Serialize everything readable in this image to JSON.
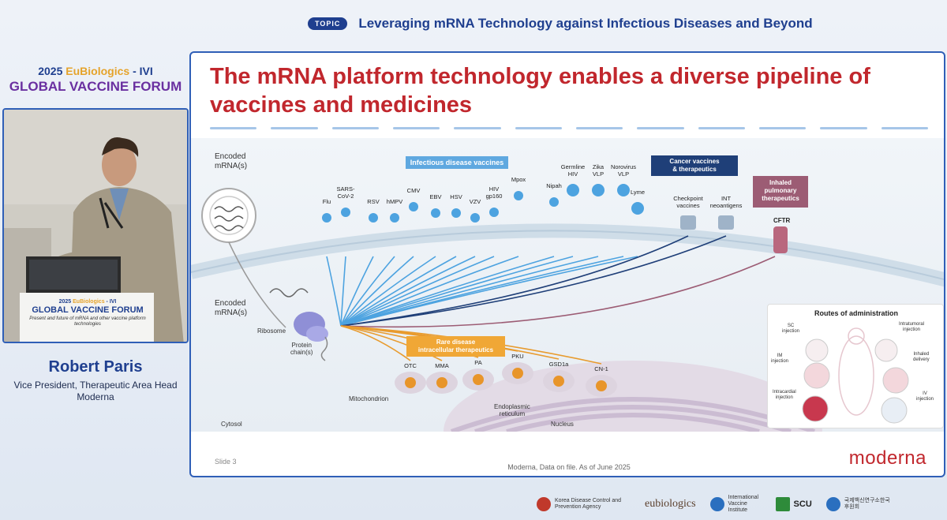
{
  "topic": {
    "pill": "TOPIC",
    "text": "Leveraging mRNA Technology against Infectious Diseases and Beyond"
  },
  "forum": {
    "year": "2025",
    "org": "EuBiologics",
    "partner": "- IVI",
    "name": "GLOBAL VACCINE FORUM"
  },
  "podium": {
    "year": "2025",
    "org": "EuBiologics",
    "partner": "- IVI",
    "name": "GLOBAL VACCINE FORUM",
    "subtitle": "Present and future of mRNA and other vaccine platform technologies"
  },
  "speaker": {
    "name": "Robert Paris",
    "role": "Vice President, Therapeutic Area Head",
    "company": "Moderna"
  },
  "slide": {
    "title": "The mRNA platform technology enables a diverse pipeline of vaccines and medicines",
    "slide_number": "Slide 3",
    "footer": "Moderna, Data on file. As of June 2025",
    "logo": "moderna",
    "labels": {
      "encoded_top": [
        "Encoded",
        "mRNA(s)"
      ],
      "encoded_mid": [
        "Encoded",
        "mRNA(s)"
      ],
      "infectious": "Infectious disease vaccines",
      "cancer": [
        "Cancer vaccines",
        "& therapeutics"
      ],
      "pulmonary": [
        "Inhaled",
        "pulmonary",
        "therapeutics"
      ],
      "rare": [
        "Rare disease",
        "intracellular therapeutics"
      ],
      "ribosome": "Ribosome",
      "protein": [
        "Protein",
        "chain(s)"
      ],
      "mitochondrion": "Mitochondrion",
      "er": [
        "Endoplasmic",
        "reticulum"
      ],
      "nucleus": "Nucleus",
      "cytosol": "Cytosol",
      "cftr": "CFTR",
      "routes_title": "Routes of administration",
      "routes": {
        "sc": [
          "SC",
          "injection"
        ],
        "im": [
          "IM",
          "injection"
        ],
        "intratumoral": [
          "Intratumoral",
          "injection"
        ],
        "inhaled": [
          "Inhaled",
          "delivery"
        ],
        "intracardial": [
          "Intracardial",
          "injection"
        ],
        "iv": [
          "IV",
          "injection"
        ]
      },
      "vaccines": [
        [
          "Flu"
        ],
        [
          "SARS-",
          "CoV-2"
        ],
        [
          "RSV"
        ],
        [
          "hMPV"
        ],
        [
          "CMV"
        ],
        [
          "EBV"
        ],
        [
          "HSV"
        ],
        [
          "VZV"
        ],
        [
          "HIV",
          "gp160"
        ],
        [
          "Mpox"
        ],
        [
          "Nipah"
        ],
        [
          "Germline",
          "HIV"
        ],
        [
          "Zika",
          "VLP"
        ],
        [
          "Norovirus",
          "VLP"
        ],
        [
          "Lyme"
        ]
      ],
      "cancer_items": [
        [
          "Checkpoint",
          "vaccines"
        ],
        [
          "INT",
          "neoantigens"
        ]
      ],
      "rare_items": [
        "OTC",
        "MMA",
        "PA",
        "PKU",
        "GSD1a",
        "CN-1"
      ]
    }
  },
  "sponsors": [
    {
      "name": "Korea Disease Control and Prevention Agency",
      "color": "#c0392b"
    },
    {
      "name": "eubiologics",
      "color": "#5a3e2b"
    },
    {
      "name": "International Vaccine Institute",
      "color": "#2a6fbf"
    },
    {
      "name": "SCU",
      "color": "#2e8b3a"
    },
    {
      "name": "국제백신연구소한국후원회",
      "color": "#2a6fbf"
    }
  ],
  "colors": {
    "accent_blue": "#1f3f8f",
    "title_red": "#c1272d",
    "arrow_blue": "#4da3e0",
    "arrow_orange": "#e89b2e"
  }
}
